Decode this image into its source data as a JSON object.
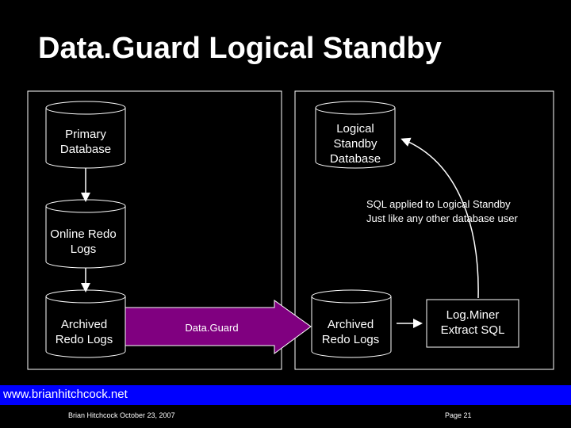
{
  "slide": {
    "title": "Data.Guard Logical Standby"
  },
  "diagram": {
    "primary_database": "Primary\nDatabase",
    "logical_standby_database": "Logical\nStandby\nDatabase",
    "online_redo_logs": "Online Redo\nLogs",
    "archived_redo_logs_primary": "Archived\nRedo Logs",
    "archived_redo_logs_standby": "Archived\nRedo Logs",
    "dataguard_arrow_label": "Data.Guard",
    "logminer_box": "Log.Miner\nExtract SQL",
    "sql_note": "SQL applied to Logical Standby\nJust like any other database user"
  },
  "footer": {
    "url": "www.brianhitchcock.net",
    "author_date": "Brian Hitchcock  October 23, 2007",
    "page": "Page 21"
  },
  "colors": {
    "background": "#000000",
    "foreground": "#ffffff",
    "arrow_fill": "#800080",
    "footer_bar": "#0000ff"
  }
}
